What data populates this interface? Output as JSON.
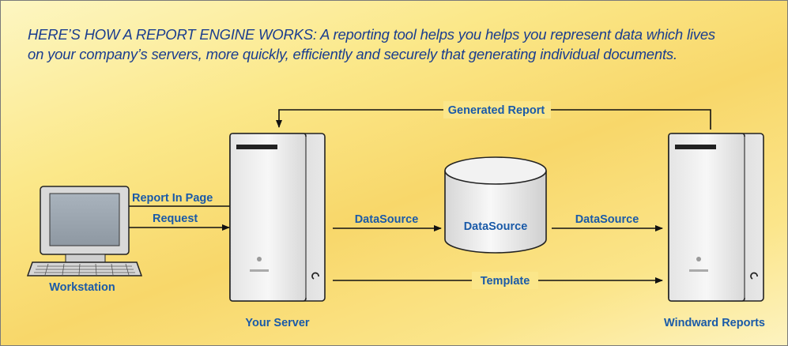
{
  "caption": {
    "line1": "HERE’S HOW A REPORT ENGINE WORKS: A reporting tool helps you helps you represent data which lives",
    "line2": "on your company’s servers, more quickly, efficiently and securely that generating individual documents."
  },
  "nodes": {
    "workstation": "Workstation",
    "your_server": "Your Server",
    "datasource_db": "DataSource",
    "windward": "Windward Reports"
  },
  "edges": {
    "generated_report": "Generated Report",
    "report_in_page": "Report In Page",
    "request": "Request",
    "datasource_in": "DataSource",
    "datasource_out": "DataSource",
    "template": "Template"
  },
  "colors": {
    "label": "#1a5aa8",
    "caption": "#1a3d8f",
    "background": "#fbe88a"
  }
}
